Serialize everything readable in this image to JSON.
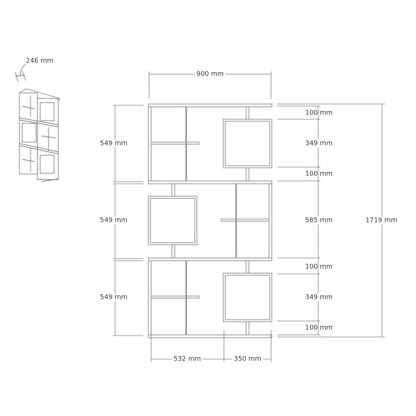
{
  "diagram": {
    "type": "technical-dimension-drawing",
    "subject": "modular zig-zag bookshelf, front elevation with isometric thumbnail",
    "colors": {
      "line": "#8a8a8a",
      "dimension_line": "#7a7a7a",
      "text": "#3a3a3a",
      "background": "#ffffff"
    },
    "thumbnail": {
      "depth_label": "246 mm"
    },
    "overall": {
      "width_label": "900 mm",
      "height_label": "1719 mm"
    },
    "left_dimensions": [
      {
        "id": "module-top",
        "label": "549 mm"
      },
      {
        "id": "module-middle",
        "label": "549 mm"
      },
      {
        "id": "module-bottom",
        "label": "549 mm"
      }
    ],
    "right_dimensions": [
      {
        "id": "gap-1",
        "label": "100 mm"
      },
      {
        "id": "box-top",
        "label": "349 mm"
      },
      {
        "id": "gap-2",
        "label": "100 mm"
      },
      {
        "id": "middle-section",
        "label": "585 mm"
      },
      {
        "id": "gap-3",
        "label": "100 mm"
      },
      {
        "id": "box-bottom",
        "label": "349 mm"
      },
      {
        "id": "gap-4",
        "label": "100 mm"
      }
    ],
    "bottom_dimensions": [
      {
        "id": "open-section",
        "label": "532 mm"
      },
      {
        "id": "box-width",
        "label": "350 mm"
      }
    ]
  }
}
